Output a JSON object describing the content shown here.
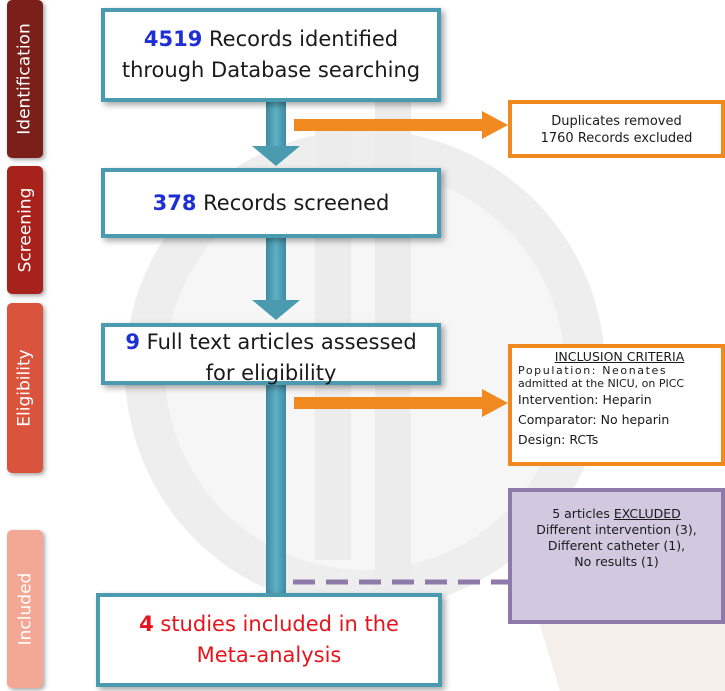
{
  "phases": [
    {
      "label": "Identification",
      "color": "#7b1f1a"
    },
    {
      "label": "Screening",
      "color": "#a8221c"
    },
    {
      "label": "Eligibility",
      "color": "#d9533d"
    },
    {
      "label": "Included",
      "color": "#f2a894"
    }
  ],
  "boxes": {
    "identified": {
      "number": "4519",
      "text_a": "Records identified",
      "text_b": "through Database searching"
    },
    "screened": {
      "number": "378",
      "text": "Records screened"
    },
    "fulltext": {
      "number": "9",
      "text_a": "Full text articles assessed",
      "text_b": "for eligibility"
    },
    "included": {
      "number": "4",
      "text_a": "studies included in the",
      "text_b": "Meta-analysis"
    }
  },
  "duplicates": {
    "line1": "Duplicates removed",
    "line2": "1760 Records excluded"
  },
  "criteria": {
    "title": "INCLUSION CRITERIA",
    "population_a": "Population: Neonates",
    "population_b": "admitted at the NICU, on PICC",
    "intervention": "Intervention: Heparin",
    "comparator": "Comparator: No heparin",
    "design": "Design: RCTs"
  },
  "excluded": {
    "count_text": "5 articles",
    "excluded_word": "EXCLUDED",
    "reason1": "Different intervention (3),",
    "reason2": "Different catheter (1),",
    "reason3": "No results (1)"
  },
  "colors": {
    "box_border": "#4a9ab0",
    "arrow_blue": "#4a9ab0",
    "arrow_orange": "#f08a1e",
    "dash_purple": "#8d7aa8",
    "highlight_blue": "#1f2fd6",
    "highlight_red": "#e8141c"
  }
}
